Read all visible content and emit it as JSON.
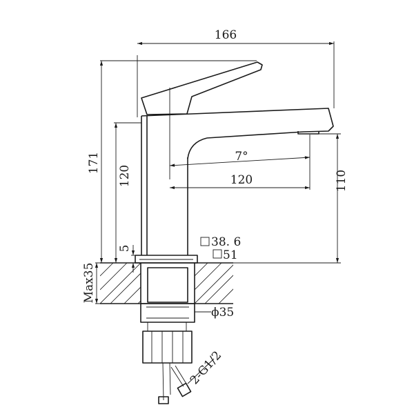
{
  "dimensions": {
    "overall_width": "166",
    "overall_height": "171",
    "body_height": "120",
    "spout_reach": "120",
    "spout_height": "110",
    "spout_angle": "7°",
    "base_thickness": "5",
    "square_small": "38. 6",
    "square_large": "51",
    "max_deck": "Max35",
    "shank_diameter": "ϕ35",
    "hoses": "2-G1/2"
  }
}
